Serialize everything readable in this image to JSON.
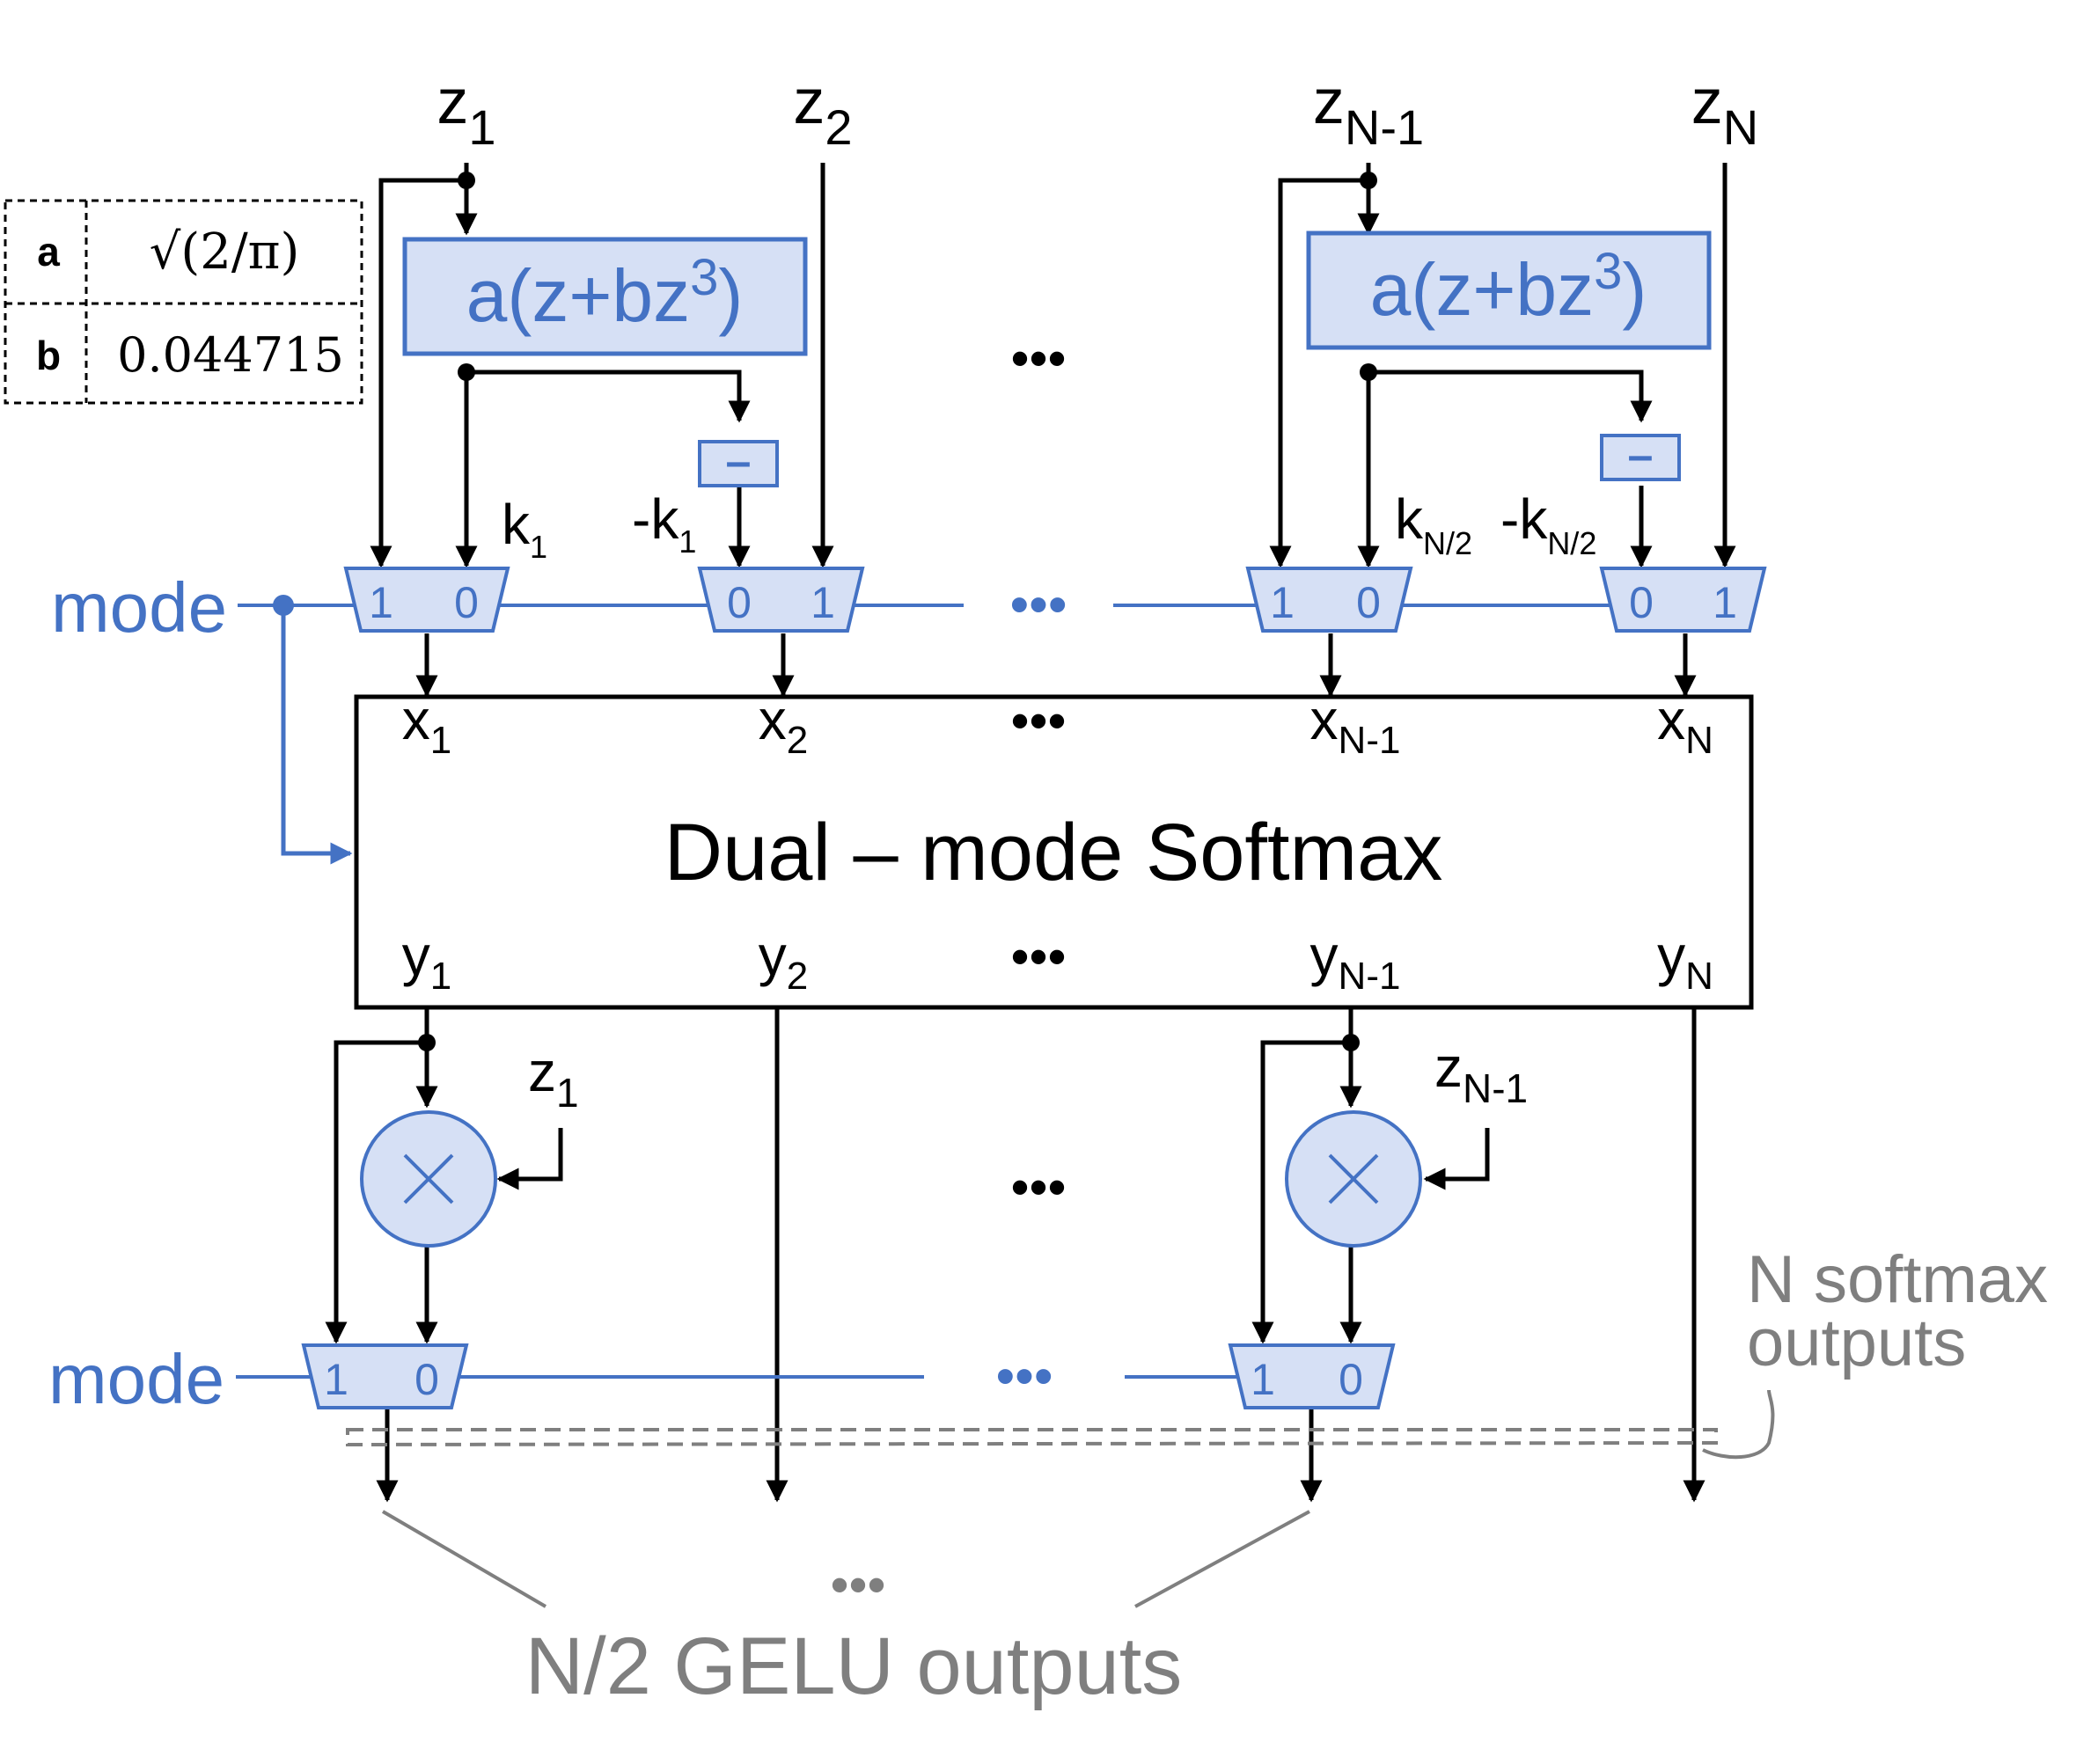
{
  "colors": {
    "black": "#000000",
    "blue": "#4472C4",
    "block_fill": "#D6E0F5",
    "grey": "#7f7f7f"
  },
  "constants_table": {
    "a_label": "a",
    "a_value": "√(2/π)",
    "b_label": "b",
    "b_value": "0.044715"
  },
  "inputs": {
    "z1": {
      "base": "z",
      "sub": "1"
    },
    "z2": {
      "base": "z",
      "sub": "2"
    },
    "zN1": {
      "base": "z",
      "sub": "N-1"
    },
    "zN": {
      "base": "z",
      "sub": "N"
    }
  },
  "poly_block": {
    "prefix": "a(z+bz",
    "exp": "3",
    "suffix": ")"
  },
  "negate_label": "–",
  "k_labels": {
    "k1": {
      "base": "k",
      "sub": "1"
    },
    "negk1": {
      "base": "-k",
      "sub": "1"
    },
    "kN2": {
      "base": "k",
      "sub": "N/2"
    },
    "negkN2": {
      "base": "-k",
      "sub": "N/2"
    }
  },
  "mode_label": "mode",
  "mux_inputs": {
    "one": "1",
    "zero": "0"
  },
  "ellipsis": "•••",
  "softmax": {
    "title": "Dual – mode Softmax",
    "x1": {
      "base": "x",
      "sub": "1"
    },
    "x2": {
      "base": "x",
      "sub": "2"
    },
    "xN1": {
      "base": "x",
      "sub": "N-1"
    },
    "xN": {
      "base": "x",
      "sub": "N"
    },
    "y1": {
      "base": "y",
      "sub": "1"
    },
    "y2": {
      "base": "y",
      "sub": "2"
    },
    "yN1": {
      "base": "y",
      "sub": "N-1"
    },
    "yN": {
      "base": "y",
      "sub": "N"
    }
  },
  "multiplier_inputs": {
    "z1": {
      "base": "z",
      "sub": "1"
    },
    "zN1": {
      "base": "z",
      "sub": "N-1"
    }
  },
  "outputs": {
    "softmax_line1": "N softmax",
    "softmax_line2": "outputs",
    "gelu": "N/2 GELU outputs"
  }
}
